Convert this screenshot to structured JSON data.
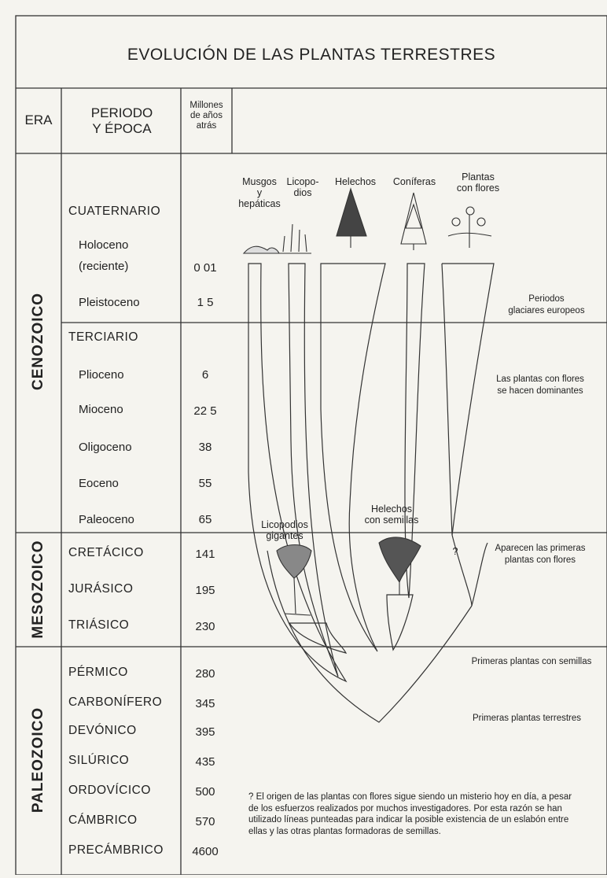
{
  "title": "EVOLUCIÓN DE LAS PLANTAS TERRESTRES",
  "headers": {
    "era": "ERA",
    "period_1": "PERIODO",
    "period_2": "Y ÉPOCA",
    "myr_1": "Millones",
    "myr_2": "de años",
    "myr_3": "atrás"
  },
  "eras": [
    "CENOZOICO",
    "MESOZOICO",
    "PALEOZOICO"
  ],
  "periods": {
    "cuaternario": "CUATERNARIO",
    "holoceno": "Holoceno",
    "reciente": "(reciente)",
    "pleistoceno": "Pleistoceno",
    "terciario": "TERCIARIO",
    "plioceno": "Plioceno",
    "mioceno": "Mioceno",
    "oligoceno": "Oligoceno",
    "eoceno": "Eoceno",
    "paleoceno": "Paleoceno",
    "cretacico": "CRETÁCICO",
    "jurasico": "JURÁSICO",
    "triasico": "TRIÁSICO",
    "permico": "PÉRMICO",
    "carbonifero": "CARBONÍFERO",
    "devonico": "DEVÓNICO",
    "silurico": "SILÚRICO",
    "ordovicico": "ORDOVÍCICO",
    "cambrico": "CÁMBRICO",
    "precambrico": "PRECÁMBRICO"
  },
  "years": {
    "holoceno": "0 01",
    "pleistoceno": "1 5",
    "plioceno": "6",
    "mioceno": "22 5",
    "oligoceno": "38",
    "eoceno": "55",
    "paleoceno": "65",
    "cretacico": "141",
    "jurasico": "195",
    "triasico": "230",
    "permico": "280",
    "carbonifero": "345",
    "devonico": "395",
    "silurico": "435",
    "ordovicico": "500",
    "cambrico": "570",
    "precambrico": "4600"
  },
  "plants": {
    "musgos_1": "Musgos",
    "musgos_2": "y",
    "musgos_3": "hepáticas",
    "licopodios_1": "Licopo-",
    "licopodios_2": "dios",
    "helechos": "Helechos",
    "coniferas": "Coníferas",
    "flores_1": "Plantas",
    "flores_2": "con flores",
    "licopodios_gigantes_1": "Licopodios",
    "licopodios_gigantes_2": "gigantes",
    "helechos_semillas_1": "Helechos",
    "helechos_semillas_2": "con semillas",
    "question": "?"
  },
  "notes": {
    "glaciares_1": "Periodos",
    "glaciares_2": "glaciares europeos",
    "dominantes_1": "Las plantas con flores",
    "dominantes_2": "se hacen dominantes",
    "primeras_flores_1": "Aparecen las primeras",
    "primeras_flores_2": "plantas con flores",
    "semillas": "Primeras plantas con semillas",
    "terrestres": "Primeras plantas terrestres"
  },
  "footnote": "? El origen de las plantas con flores sigue siendo un misterio hoy en día, a pesar de los esfuerzos realizados por muchos investigadores. Por esta razón se han utilizado líneas punteadas para indicar la posible existencia de un eslabón entre ellas y las otras plantas formadoras de semillas."
}
